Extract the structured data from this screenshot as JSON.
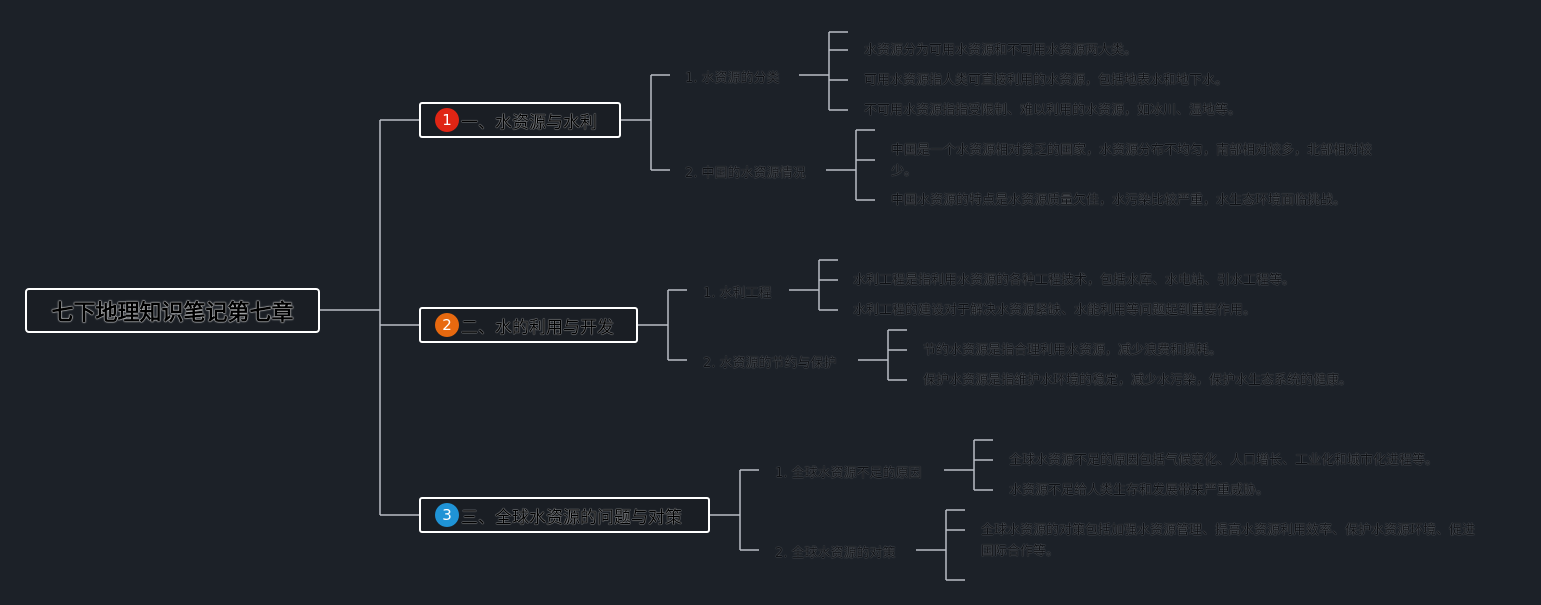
{
  "root": {
    "title": "七下地理知识笔记第七章"
  },
  "colors": {
    "background": "#1c2128",
    "line": "#b9bec6",
    "badge1": "#e02514",
    "badge2": "#e8690f",
    "badge3": "#1f93d6"
  },
  "sections": [
    {
      "number": "1",
      "title": "一、水资源与水利",
      "subs": [
        {
          "title": "1. 水资源的分类",
          "leaves": [
            "水资源分为可用水资源和不可用水资源两大类。",
            "可用水资源指人类可直接利用的水资源，包括地表水和地下水。",
            "不可用水资源指指受限制、难以利用的水资源，如冰川、湿地等。"
          ]
        },
        {
          "title": "2. 中国的水资源情况",
          "leaves": [
            "中国是一个水资源相对贫乏的国家，水资源分布不均匀，南部相对较多，北部相对较少。",
            "中国水资源的特点是水资源质量欠佳，水污染比较严重，水生态环境面临挑战。"
          ]
        }
      ]
    },
    {
      "number": "2",
      "title": "二、水的利用与开发",
      "subs": [
        {
          "title": "1. 水利工程",
          "leaves": [
            "水利工程是指利用水资源的各种工程技术，包括水库、水电站、引水工程等。",
            "水利工程的建设对于解决水资源紧缺、水能利用等问题起到重要作用。"
          ]
        },
        {
          "title": "2. 水资源的节约与保护",
          "leaves": [
            "节约水资源是指合理利用水资源，减少浪费和损耗。",
            "保护水资源是指维护水环境的稳定，减少水污染，保护水生态系统的健康。"
          ]
        }
      ]
    },
    {
      "number": "3",
      "title": "三、全球水资源的问题与对策",
      "subs": [
        {
          "title": "1. 全球水资源不足的原因",
          "leaves": [
            "全球水资源不足的原因包括气候变化、人口增长、工业化和城市化进程等。",
            "水资源不足给人类生存和发展带来严重威胁。"
          ]
        },
        {
          "title": "2. 全球水资源的对策",
          "leaves": [
            "全球水资源的对策包括加强水资源管理、提高水资源利用效率、保护水资源环境、促进国际合作等。"
          ]
        }
      ]
    }
  ]
}
